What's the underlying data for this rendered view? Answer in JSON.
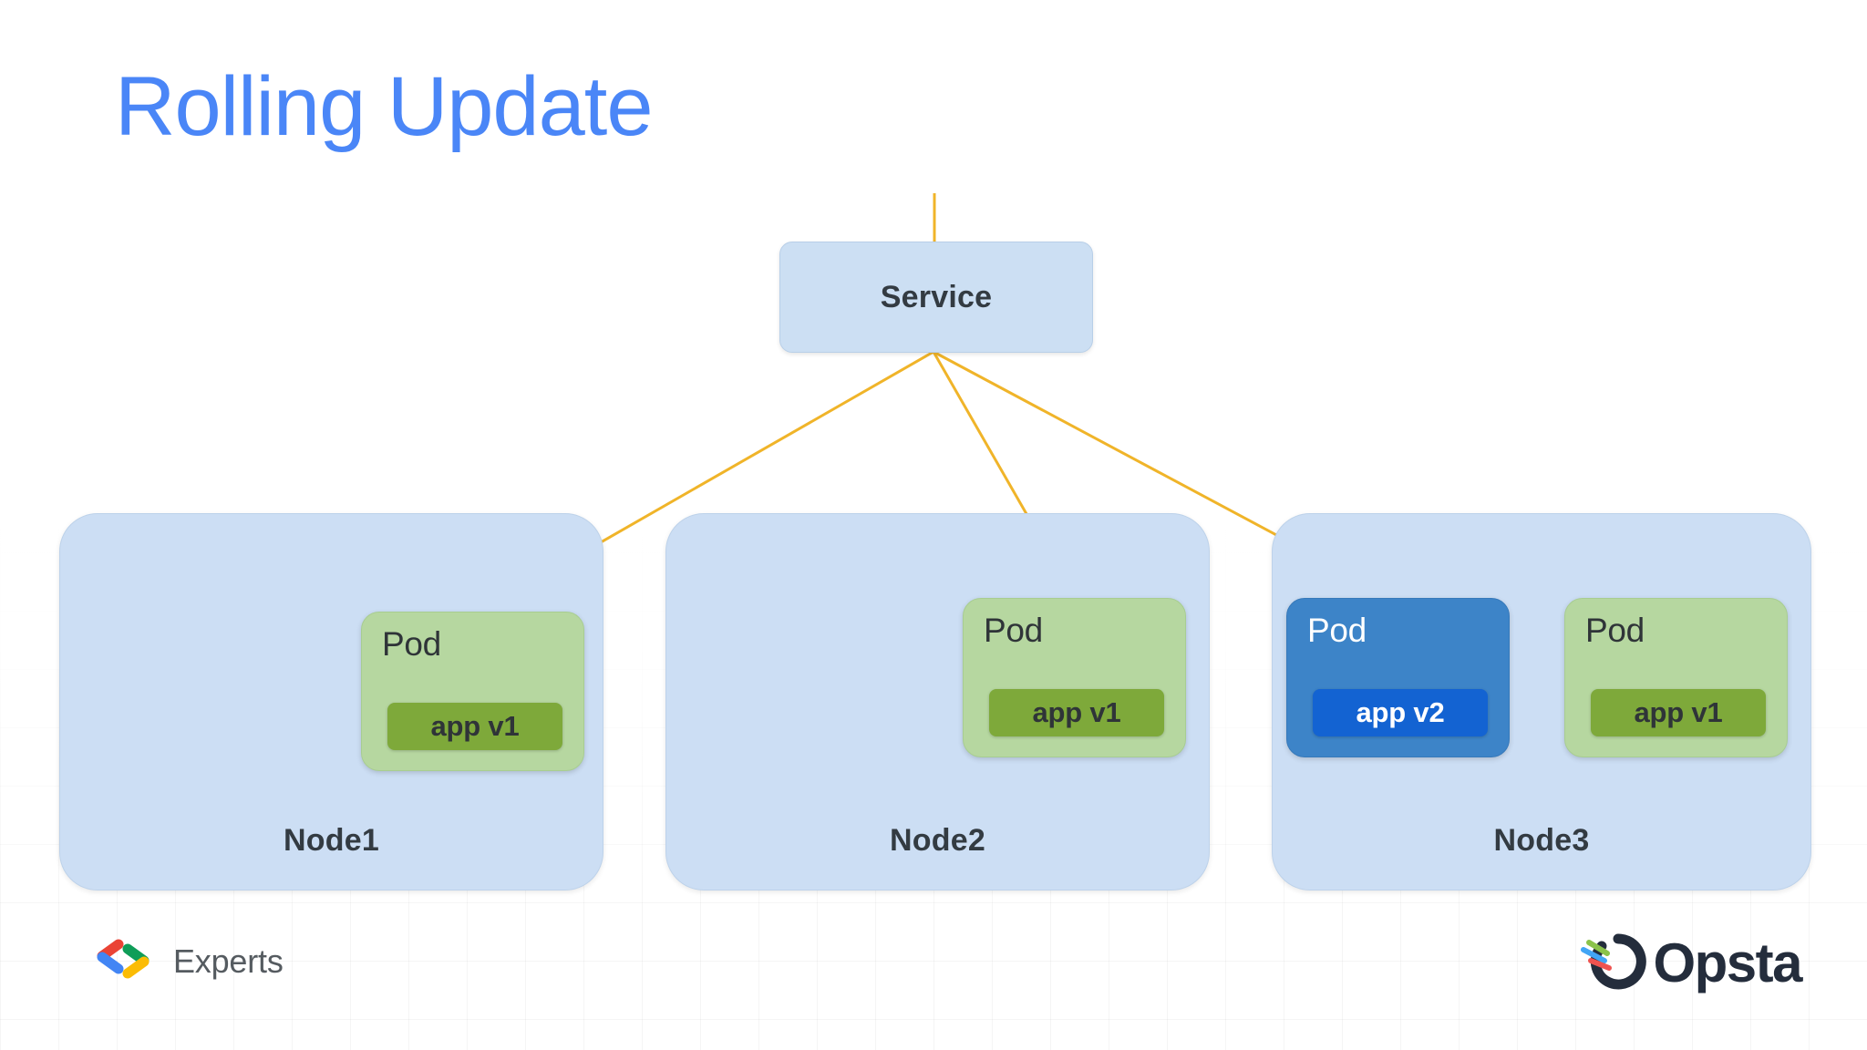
{
  "slide": {
    "title": "Rolling Update",
    "title_color": "#4a86f7",
    "background_color": "#ffffff"
  },
  "service": {
    "label": "Service",
    "box_color": "#ccdff3",
    "text_color": "#333b42"
  },
  "connector": {
    "color": "#f0b429",
    "description": "service-to-pod traffic lines"
  },
  "nodes": [
    {
      "label": "Node1",
      "box_color": "#ccdef4",
      "pods": [
        {
          "title": "Pod",
          "app_label": "app v1",
          "version": "v1",
          "pod_color": "#b6d7a0",
          "chip_color": "#7ea93a",
          "connected": true
        }
      ]
    },
    {
      "label": "Node2",
      "box_color": "#ccdef4",
      "pods": [
        {
          "title": "Pod",
          "app_label": "app v1",
          "version": "v1",
          "pod_color": "#b6d7a0",
          "chip_color": "#7ea93a",
          "connected": true
        }
      ]
    },
    {
      "label": "Node3",
      "box_color": "#ccdef4",
      "pods": [
        {
          "title": "Pod",
          "app_label": "app v2",
          "version": "v2",
          "pod_color": "#3d84c8",
          "chip_color": "#1363d2",
          "connected": true
        },
        {
          "title": "Pod",
          "app_label": "app v1",
          "version": "v1",
          "pod_color": "#b6d7a0",
          "chip_color": "#7ea93a",
          "connected": false
        }
      ]
    }
  ],
  "footer": {
    "experts": {
      "label": "Experts",
      "icon": "google-developers-experts-icon",
      "text_color": "#555b60",
      "colors": {
        "red": "#ea4335",
        "blue": "#4285f4",
        "green": "#0f9d58",
        "yellow": "#fbbc05"
      }
    },
    "opsta": {
      "label": "Opsta",
      "icon": "opsta-ring-icon",
      "text_color": "#242d3c",
      "colors": {
        "green": "#8bc34a",
        "blue": "#42a5f5",
        "red": "#ef5350"
      }
    }
  }
}
